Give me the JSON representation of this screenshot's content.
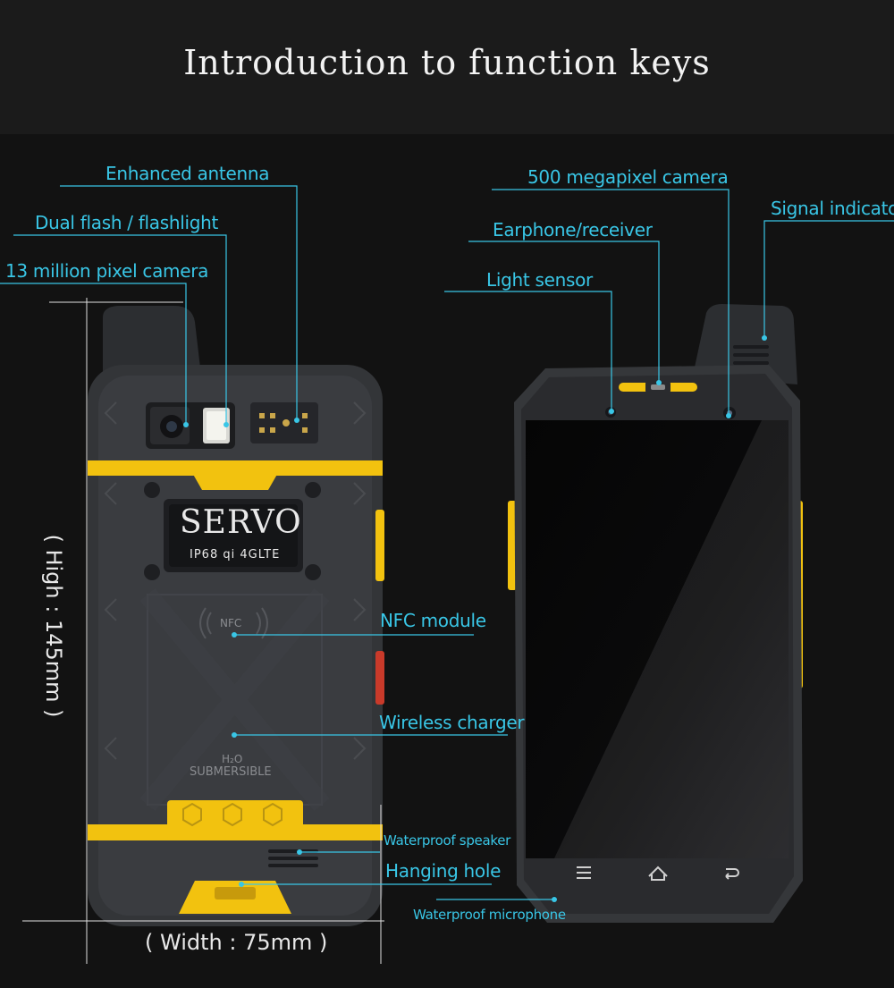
{
  "header": {
    "title": "Introduction to function keys"
  },
  "back_labels": {
    "antenna": "Enhanced antenna",
    "flash": "Dual flash / flashlight",
    "camera13": "13 million pixel camera",
    "nfc": "NFC module",
    "charger": "Wireless charger",
    "speaker": "Waterproof speaker",
    "hanging": "Hanging hole"
  },
  "front_labels": {
    "camera500": "500 megapixel camera",
    "signal": "Signal indicator",
    "earphone": "Earphone/receiver",
    "light": "Light sensor",
    "microphone": "Waterproof microphone"
  },
  "dimensions": {
    "height": "( High : 145mm )",
    "width": "( Width : 75mm )"
  },
  "phone_back": {
    "brand": "SERVO",
    "spec": "IP68 qi 4GLTE",
    "nfc_mark": "NFC",
    "water_mark": "H₂O",
    "submersible": "SUBMERSIBLE"
  },
  "colors": {
    "accent": "#39c6e6",
    "yellow": "#f2c20f",
    "body": "#35373a",
    "background": "#111111"
  }
}
